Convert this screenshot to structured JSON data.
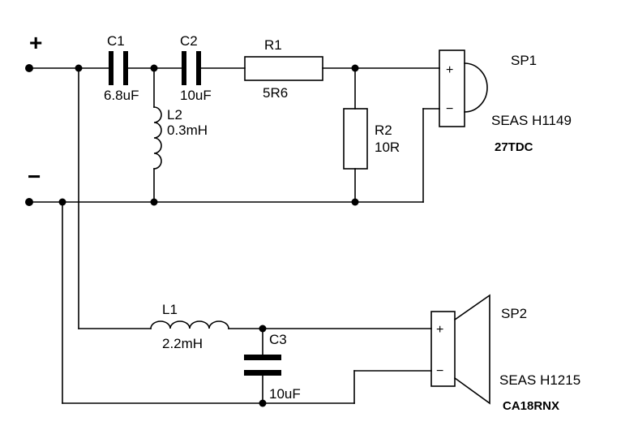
{
  "terminals": {
    "positive": "+",
    "negative": "−"
  },
  "components": {
    "c1": {
      "name": "C1",
      "value": "6.8uF"
    },
    "c2": {
      "name": "C2",
      "value": "10uF"
    },
    "r1": {
      "name": "R1",
      "value": "5R6"
    },
    "l2": {
      "name": "L2",
      "value": "0.3mH"
    },
    "r2": {
      "name": "R2",
      "value": "10R"
    },
    "l1": {
      "name": "L1",
      "value": "2.2mH"
    },
    "c3": {
      "name": "C3",
      "value": "10uF"
    }
  },
  "speakers": {
    "sp1": {
      "name": "SP1",
      "model": "SEAS H1149",
      "code": "27TDC",
      "plus": "+",
      "minus": "−"
    },
    "sp2": {
      "name": "SP2",
      "model": "SEAS H1215",
      "code": "CA18RNX",
      "plus": "+",
      "minus": "−"
    }
  }
}
